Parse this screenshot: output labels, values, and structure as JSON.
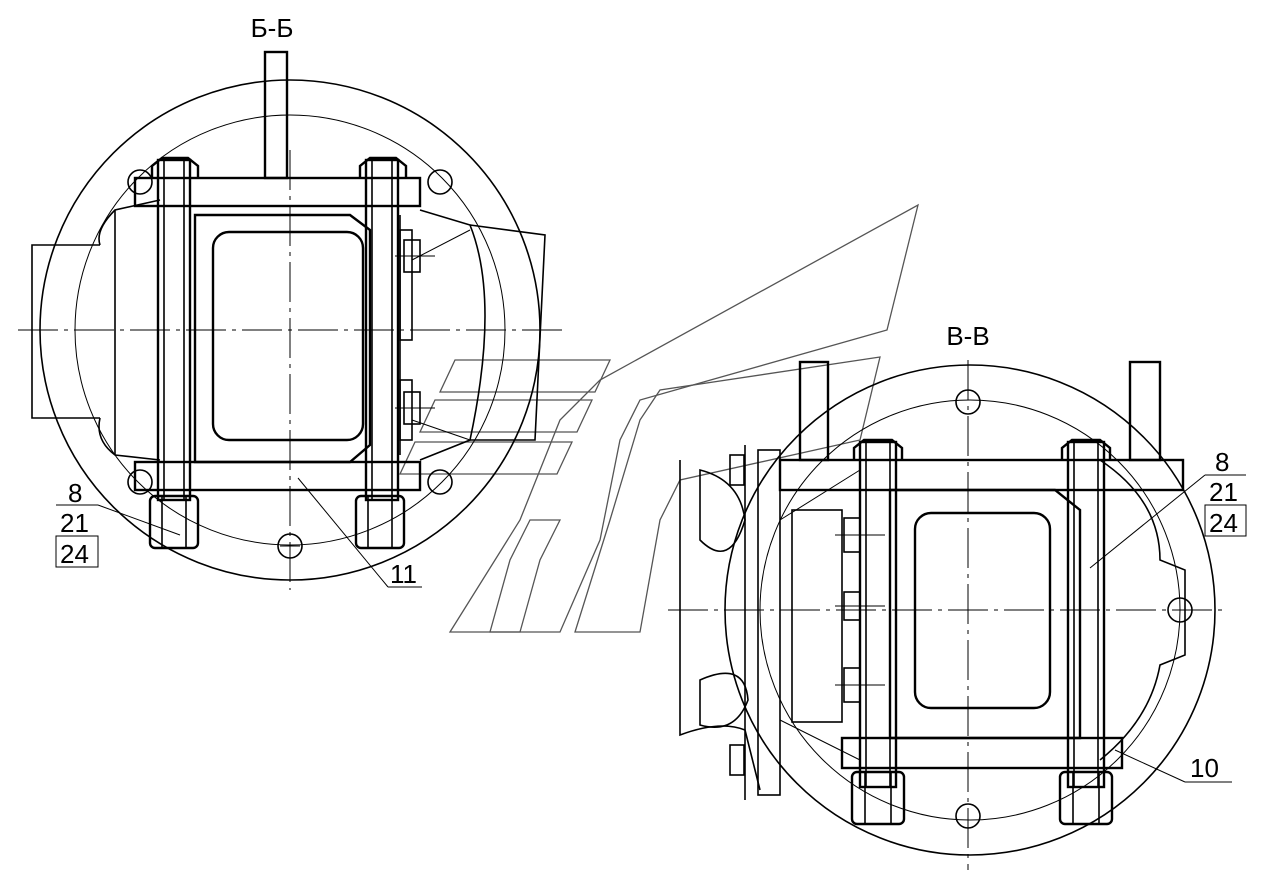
{
  "sections": [
    {
      "title": "Б-Б",
      "callouts": {
        "stack": [
          "8",
          "21",
          "24"
        ],
        "single": "11"
      }
    },
    {
      "title": "В-В",
      "callouts": {
        "stack": [
          "8",
          "21",
          "24"
        ],
        "single": "10"
      }
    }
  ],
  "colors": {
    "line": "#000000",
    "background": "#ffffff",
    "watermark": "#555555"
  }
}
